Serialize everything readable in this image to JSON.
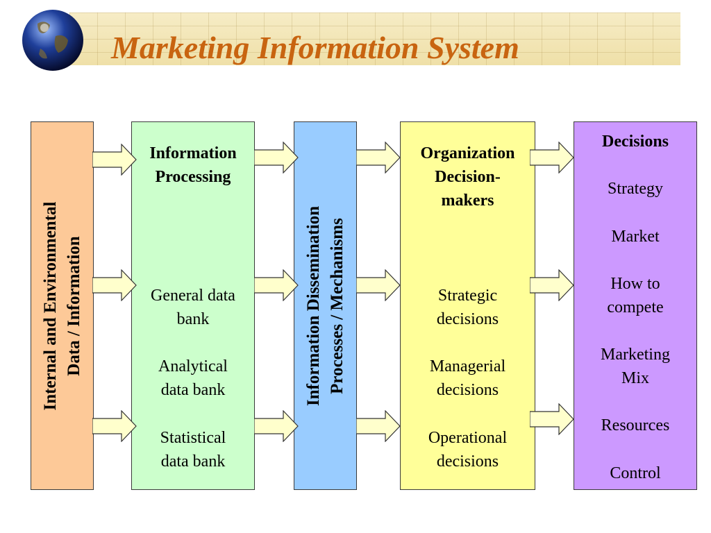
{
  "title": "Marketing Information System",
  "columns": {
    "source": {
      "line1": "Internal and Environmental",
      "line2": "Data / Information"
    },
    "processing": {
      "heading_line1": "Information",
      "heading_line2": "Processing",
      "items": [
        {
          "line1": "General data",
          "line2": "bank"
        },
        {
          "line1": "Analytical",
          "line2": "data bank"
        },
        {
          "line1": "Statistical",
          "line2": "data bank"
        }
      ]
    },
    "dissemination": {
      "line1": "Information Dissemination",
      "line2": "Processes / Mechanisms"
    },
    "organization": {
      "heading_line1": "Organization",
      "heading_line2": "Decision-",
      "heading_line3": "makers",
      "items": [
        {
          "line1": "Strategic",
          "line2": "decisions"
        },
        {
          "line1": "Managerial",
          "line2": "decisions"
        },
        {
          "line1": "Operational",
          "line2": "decisions"
        }
      ]
    },
    "decisions": {
      "heading": "Decisions",
      "items": [
        "Strategy",
        "Market",
        "How to",
        "compete",
        "Marketing",
        "Mix",
        "Resources",
        "Control"
      ]
    }
  },
  "colors": {
    "source": "#fdc998",
    "processing": "#ccffcc",
    "dissemination": "#99ccff",
    "organization": "#ffff99",
    "decisions": "#cc99ff",
    "arrow": "#ffffcc",
    "title": "#c86410"
  }
}
